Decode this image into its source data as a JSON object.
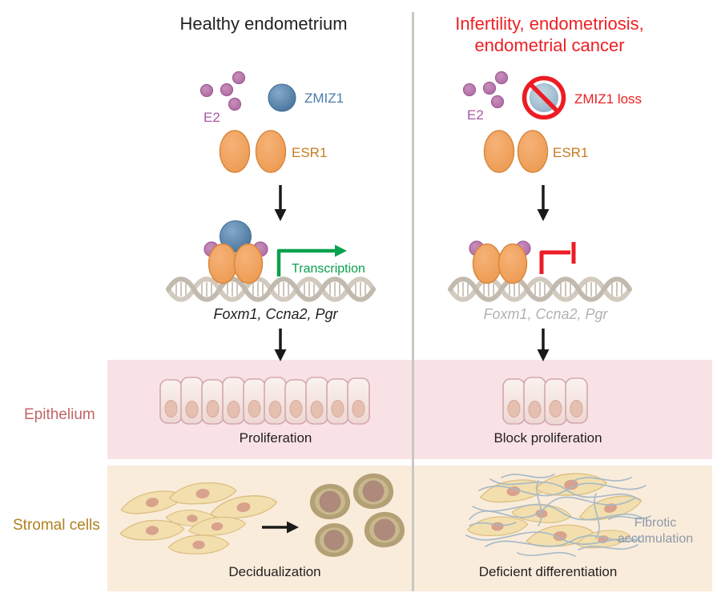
{
  "figure": {
    "left_panel": {
      "title": "Healthy endometrium",
      "e2_label": "E2",
      "zmiz1_label": "ZMIZ1",
      "esr1_label": "ESR1",
      "transcription_label": "Transcription",
      "target_genes": "Foxm1, Ccna2, Pgr",
      "epithelium_caption": "Proliferation",
      "stromal_caption": "Decidualization"
    },
    "right_panel": {
      "title_line1": "Infertility, endometriosis,",
      "title_line2": "endometrial cancer",
      "e2_label": "E2",
      "zmiz1_loss_label": "ZMIZ1 loss",
      "esr1_label": "ESR1",
      "target_genes": "Foxm1, Ccna2, Pgr",
      "epithelium_caption": "Block proliferation",
      "fibrotic_label_line1": "Fibrotic",
      "fibrotic_label_line2": "accumulation",
      "stromal_caption": "Deficient differentiation"
    },
    "row_labels": {
      "epithelium": "Epithelium",
      "stromal": "Stromal cells"
    },
    "icons": {
      "zmiz1_protein": "blue-sphere-icon",
      "zmiz1_loss": "prohibition-sign-icon",
      "e2_hormone": "purple-dots-icon",
      "esr1_dimer": "orange-oval-pair-icon",
      "transcription_on": "green-bent-arrow-icon",
      "transcription_blocked": "red-blunt-bar-icon",
      "dna": "double-helix-icon"
    },
    "colors": {
      "alert_red": "#ed1c24",
      "transcription_green": "#0aa14e",
      "zmiz1_blue": "#5882aa",
      "zmiz1_faded_blue": "#a9c2d5",
      "esr1_orange": "#f2a360",
      "e2_purple": "#bd7ab0",
      "dna_gray": "#c6beb2",
      "epithelium_band": "#f9e2e6",
      "stromal_band": "#faecdb",
      "epithelium_label": "#c06568",
      "stromal_label": "#b1801f",
      "muted_gene_gray": "#b2b2b2",
      "fibrotic_gray": "#8d9aa8",
      "divider_gray": "#c8c8bf"
    }
  }
}
